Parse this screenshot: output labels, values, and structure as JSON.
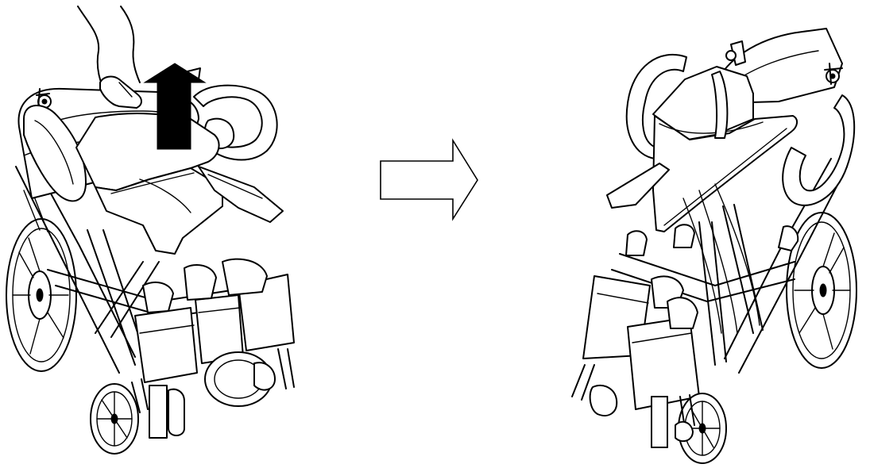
{
  "figure": {
    "background": "#ffffff",
    "line_color": "#000000",
    "panels": [
      {
        "id": "before",
        "depicts": "wheelchair-with-seat-cushion-being-lifted",
        "indicator": "up-arrow-icon"
      },
      {
        "id": "after",
        "depicts": "wheelchair-partially-folded"
      }
    ],
    "transition": "right-arrow-icon"
  }
}
